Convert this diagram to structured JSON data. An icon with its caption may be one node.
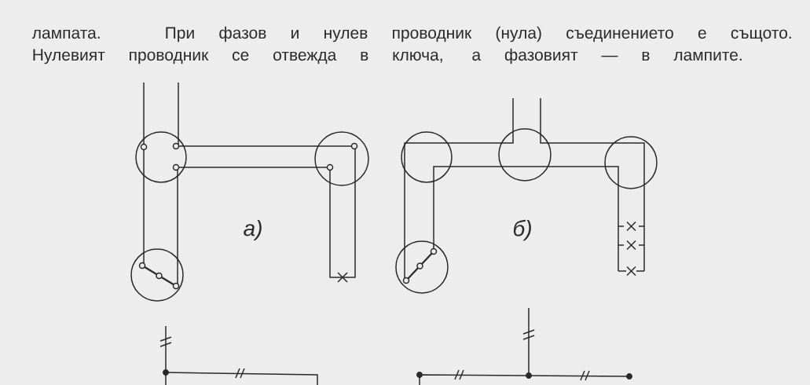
{
  "diagram": {
    "labels": [
      "лампата. При фазов и нулев проводник (нула) съединението е същото.",
      "Нулевият проводник се отвежда в ключа, а фазовият — в лампите.",
      "а)",
      "б)"
    ]
  }
}
